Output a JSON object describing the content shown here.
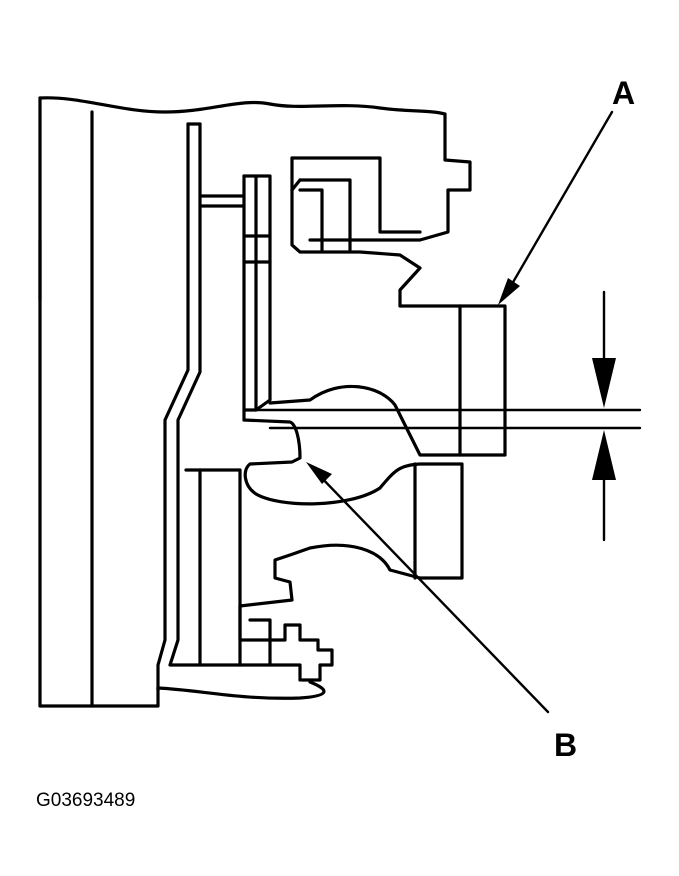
{
  "labels": {
    "a": "A",
    "b": "B",
    "figure_code": "G03693489"
  },
  "colors": {
    "ink": "#000000",
    "background": "#ffffff"
  }
}
